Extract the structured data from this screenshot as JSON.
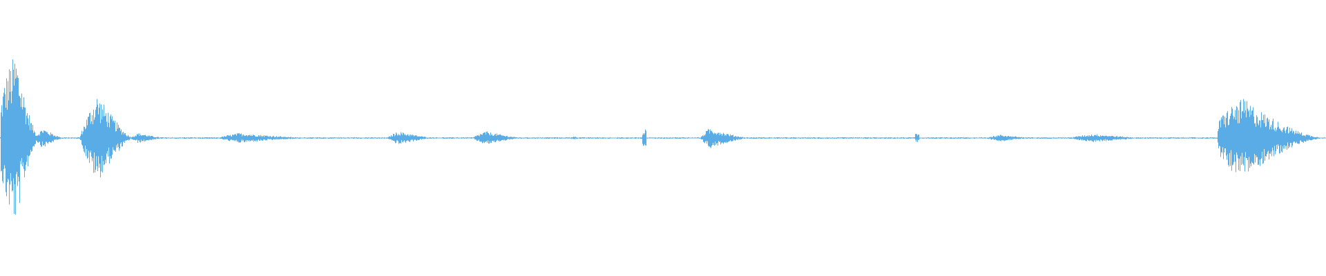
{
  "waveform": {
    "color": "#5aace6",
    "background": "#ffffff",
    "events": [
      {
        "start": 0.0,
        "peak": 0.012,
        "end": 0.03,
        "amp": 1.0,
        "shape": "burst"
      },
      {
        "start": 0.026,
        "peak": 0.032,
        "end": 0.048,
        "amp": 0.12,
        "shape": "swell"
      },
      {
        "start": 0.06,
        "peak": 0.073,
        "end": 0.1,
        "amp": 0.52,
        "shape": "swell"
      },
      {
        "start": 0.098,
        "peak": 0.104,
        "end": 0.125,
        "amp": 0.06,
        "shape": "swell"
      },
      {
        "start": 0.164,
        "peak": 0.18,
        "end": 0.235,
        "amp": 0.06,
        "shape": "swell"
      },
      {
        "start": 0.292,
        "peak": 0.3,
        "end": 0.328,
        "amp": 0.08,
        "shape": "swell"
      },
      {
        "start": 0.356,
        "peak": 0.366,
        "end": 0.395,
        "amp": 0.08,
        "shape": "swell"
      },
      {
        "start": 0.428,
        "peak": 0.433,
        "end": 0.44,
        "amp": 0.02,
        "shape": "swell"
      },
      {
        "start": 0.484,
        "peak": 0.485,
        "end": 0.487,
        "amp": 0.1,
        "shape": "spike"
      },
      {
        "start": 0.528,
        "peak": 0.535,
        "end": 0.565,
        "amp": 0.12,
        "shape": "swell"
      },
      {
        "start": 0.69,
        "peak": 0.691,
        "end": 0.693,
        "amp": 0.05,
        "shape": "spike"
      },
      {
        "start": 0.742,
        "peak": 0.755,
        "end": 0.78,
        "amp": 0.04,
        "shape": "swell"
      },
      {
        "start": 0.805,
        "peak": 0.825,
        "end": 0.865,
        "amp": 0.05,
        "shape": "swell"
      },
      {
        "start": 0.918,
        "peak": 0.938,
        "end": 1.0,
        "amp": 0.46,
        "shape": "burst"
      }
    ],
    "noise_floor": 0.008
  }
}
